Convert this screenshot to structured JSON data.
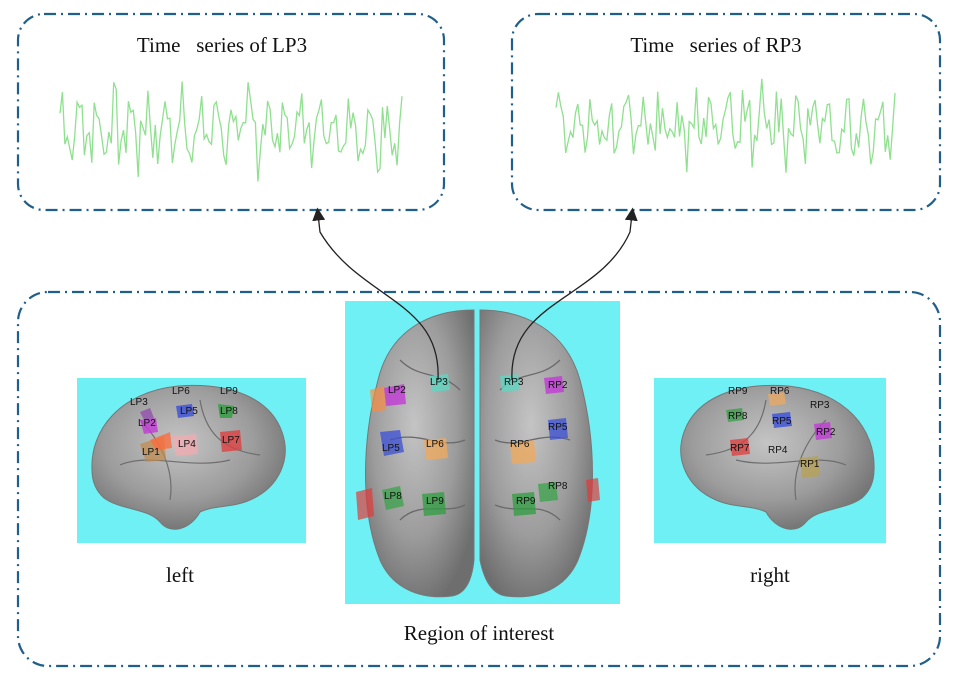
{
  "panels": {
    "left_series": {
      "title": "Time   series of LP3"
    },
    "right_series": {
      "title": "Time   series of RP3"
    },
    "bottom": {
      "caption": "Region of interest"
    }
  },
  "views": {
    "left": {
      "caption": "left",
      "labels": [
        "LP3",
        "LP6",
        "LP9",
        "LP2",
        "LP5",
        "LP8",
        "LP4",
        "LP7",
        "LP1"
      ]
    },
    "top": {
      "labels": [
        "LP2",
        "LP3",
        "RP3",
        "RP2",
        "LP5",
        "LP6",
        "RP6",
        "RP5",
        "LP8",
        "LP9",
        "RP9",
        "RP8"
      ]
    },
    "right": {
      "caption": "right",
      "labels": [
        "RP9",
        "RP6",
        "RP3",
        "RP8",
        "RP5",
        "RP2",
        "RP7",
        "RP4",
        "RP1"
      ]
    }
  },
  "colors": {
    "dash_border": "#1f5f8b",
    "signal": "#8fe08f",
    "cyan_bg": "#6ff0f4",
    "brain": "#9a9a9a",
    "arrow": "#222222"
  }
}
